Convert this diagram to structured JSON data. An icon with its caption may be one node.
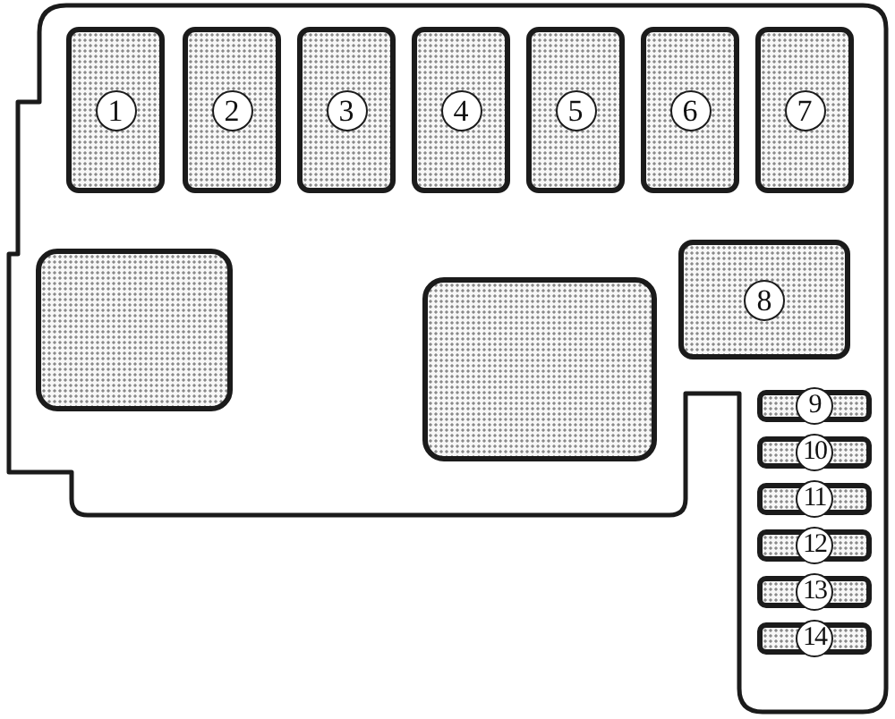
{
  "diagram": {
    "nodes": [
      {
        "text": [],
        "shape": "box"
      },
      {
        "text": [
          "1"
        ],
        "in": 0
      },
      {
        "text": [
          "2"
        ],
        "in": 0
      },
      {
        "text": [
          "3"
        ],
        "in": 0
      },
      {
        "text": [
          "4"
        ],
        "in": 0
      },
      {
        "text": [
          "5"
        ],
        "in": 0
      },
      {
        "text": [
          "6"
        ],
        "in": 0
      },
      {
        "text": [
          "7"
        ],
        "in": 0
      },
      {
        "text": [],
        "shape": "box",
        "in": 0
      },
      {
        "text": [],
        "shape": "box",
        "in": 0
      },
      {
        "text": [
          "8"
        ],
        "in": 0
      },
      {
        "text": [
          "9"
        ],
        "in": 0
      },
      {
        "text": [
          "10"
        ],
        "in": 0
      },
      {
        "text": [
          "11"
        ],
        "in": 0
      },
      {
        "text": [
          "12"
        ],
        "in": 0
      },
      {
        "text": [
          "13"
        ],
        "in": 0
      },
      {
        "text": [
          "14"
        ],
        "in": 0
      }
    ]
  }
}
